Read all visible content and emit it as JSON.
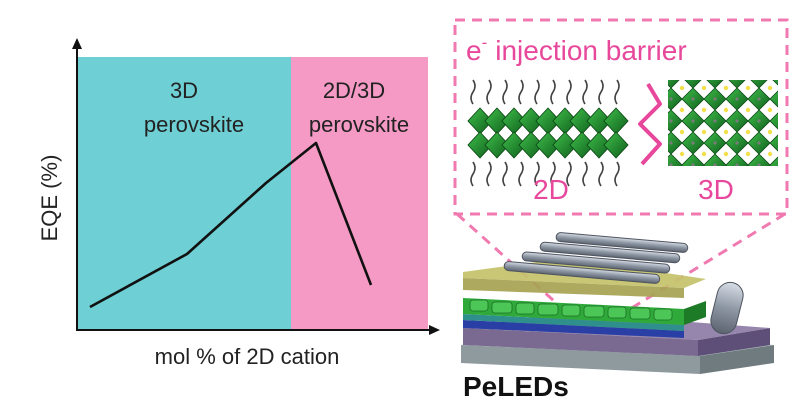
{
  "plot": {
    "region_3d_label_line1": "3D",
    "region_3d_label_line2": "perovskite",
    "region_2d3d_label_line1": "2D/3D",
    "region_2d3d_label_line2": "perovskite",
    "y_axis_label": "EQE (%)",
    "x_axis_label": "mol % of 2D cation",
    "colors": {
      "region_3d": "#6ecfd4",
      "region_2d3d": "#f59ac4",
      "line": "#111111"
    }
  },
  "inset": {
    "title_symbol": "e",
    "title_superscript": "-",
    "title_text": "injection barrier",
    "label_2d": "2D",
    "label_3d": "3D",
    "colors": {
      "accent": "#e8489b",
      "octahedra": "#1f8f2e"
    }
  },
  "device": {
    "label": "PeLEDs"
  }
}
